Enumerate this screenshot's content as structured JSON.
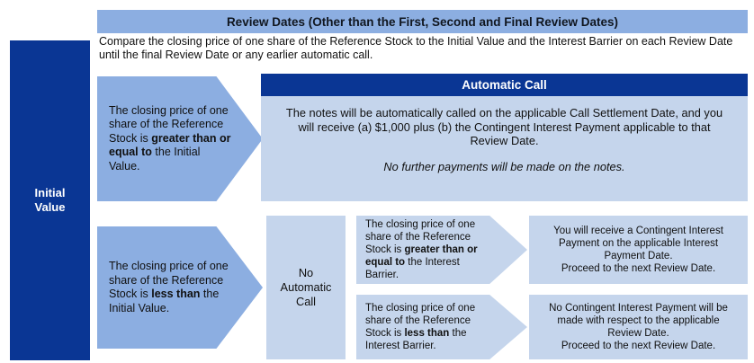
{
  "initial_value_bar": {
    "label": "Initial\nValue"
  },
  "header": {
    "title": "Review Dates (Other than the First, Second and Final Review Dates)",
    "body": "Compare the closing price of one share of the Reference Stock to the Initial Value and the Interest Barrier on each Review Date until the final Review Date or any earlier automatic call."
  },
  "branches": {
    "above": {
      "condition_pre": "The closing price of one share of the Reference Stock is ",
      "condition_bold": "greater than or equal to",
      "condition_post": " the Initial Value."
    },
    "below": {
      "condition_pre": "The closing price of one share of the Reference Stock is ",
      "condition_bold": "less than",
      "condition_post": " the Initial Value."
    }
  },
  "automatic_call": {
    "title": "Automatic Call",
    "body": "The notes will be automatically called on the applicable Call Settlement Date, and you will receive (a) $1,000 plus (b) the Contingent Interest Payment applicable to that Review Date.",
    "note": "No further payments will be made on the notes."
  },
  "no_automatic_call": {
    "label": "No\nAutomatic\nCall"
  },
  "interest_branches": [
    {
      "condition_pre": "The closing price of one share of the Reference Stock is ",
      "condition_bold": "greater than or equal to",
      "condition_post": " the Interest Barrier.",
      "outcome_line_1": "You will receive a Contingent Interest",
      "outcome_line_2": "Payment on the applicable Interest",
      "outcome_line_3": "Payment Date.",
      "outcome_line_4": "Proceed to the next Review Date."
    },
    {
      "condition_pre": "The closing price of one share of the Reference Stock is ",
      "condition_bold": "less than",
      "condition_post": " the Interest Barrier.",
      "outcome_line_1": "No Contingent Interest Payment will be",
      "outcome_line_2": "made with respect to the applicable",
      "outcome_line_3": "Review Date.",
      "outcome_line_4": "Proceed to the next Review Date."
    }
  ],
  "colors": {
    "navy": "#0a3694",
    "mid_blue": "#8caee1",
    "light_blue": "#c5d5ec",
    "text": "#101010"
  }
}
